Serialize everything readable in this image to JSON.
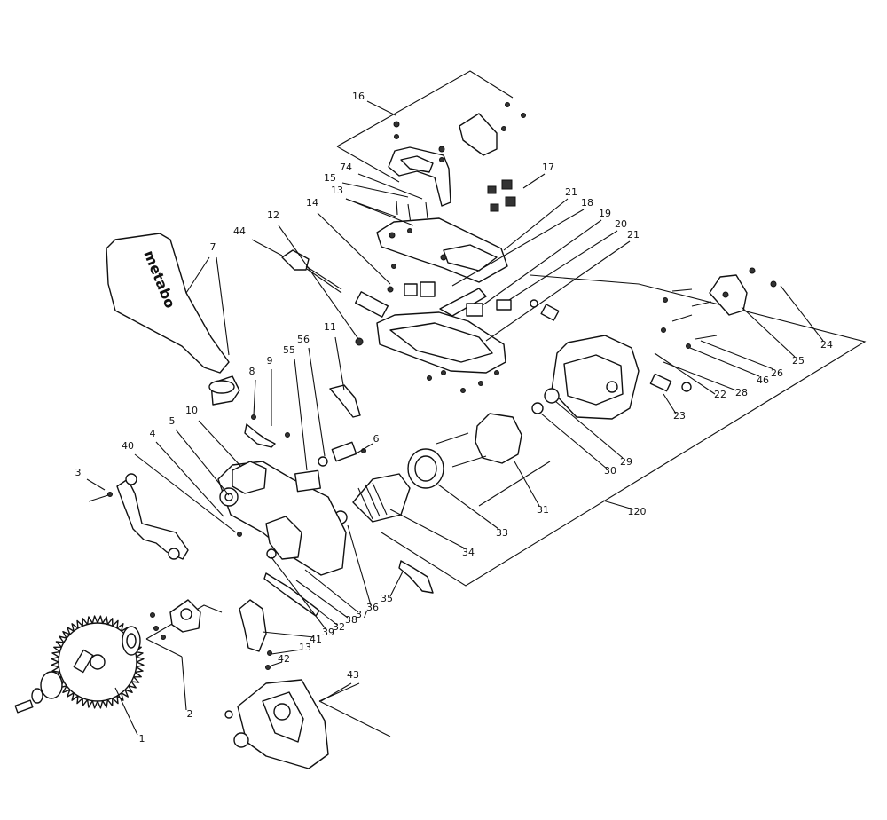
{
  "brand_text": "metabo",
  "part_numbers": [
    "1",
    "2",
    "3",
    "4",
    "5",
    "6",
    "7",
    "8",
    "9",
    "10",
    "11",
    "12",
    "13",
    "14",
    "15",
    "16",
    "17",
    "18",
    "19",
    "20",
    "21",
    "22",
    "23",
    "24",
    "25",
    "26",
    "28",
    "29",
    "30",
    "31",
    "32",
    "33",
    "34",
    "35",
    "36",
    "37",
    "38",
    "39",
    "40",
    "41",
    "42",
    "43",
    "44",
    "46",
    "55",
    "56",
    "74",
    "120"
  ],
  "colors": {
    "line": "#111111",
    "background": "#ffffff"
  }
}
